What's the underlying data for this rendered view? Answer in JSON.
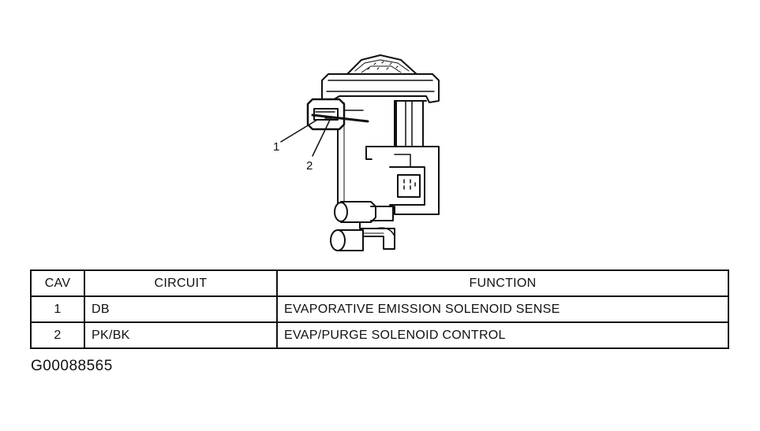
{
  "callouts": [
    {
      "label": "1"
    },
    {
      "label": "2"
    }
  ],
  "table": {
    "headers": [
      "CAV",
      "CIRCUIT",
      "FUNCTION"
    ],
    "rows": [
      {
        "cav": "1",
        "circuit": "DB",
        "function": "EVAPORATIVE EMISSION SOLENOID SENSE"
      },
      {
        "cav": "2",
        "circuit": "PK/BK",
        "function": "EVAP/PURGE SOLENOID CONTROL"
      }
    ]
  },
  "figure_id": "G00088565",
  "colors": {
    "ink": "#111111",
    "background": "#ffffff"
  }
}
